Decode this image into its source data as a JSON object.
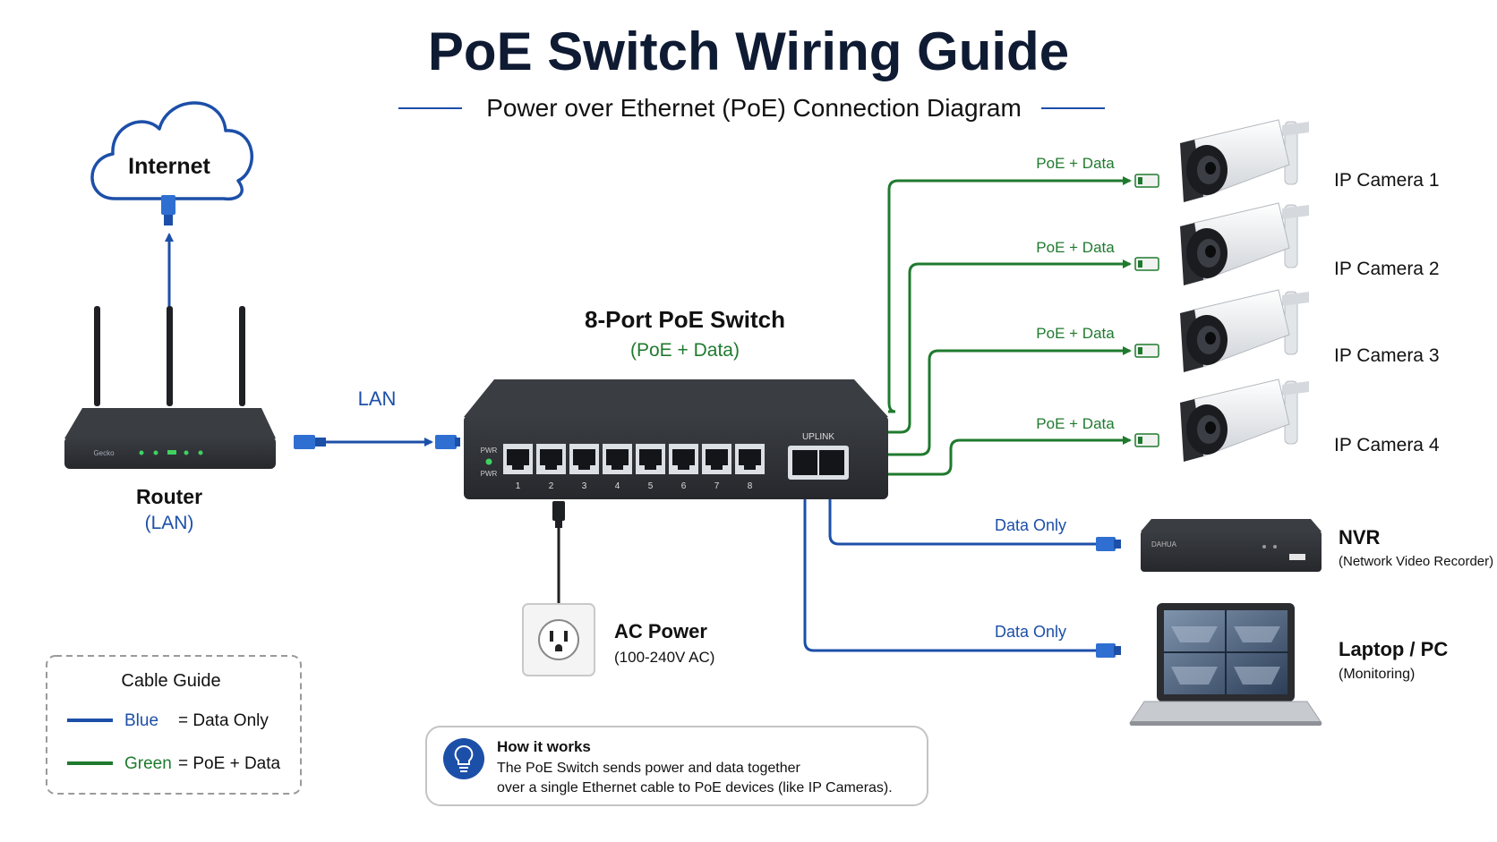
{
  "header": {
    "title": "PoE Switch Wiring Guide",
    "subtitle": "Power over Ethernet (PoE) Connection Diagram"
  },
  "colors": {
    "title": "#0f1b33",
    "blue": "#1c4fa8",
    "green": "#1f7a2e",
    "text": "#111111",
    "device": "#2a2c30"
  },
  "internet": {
    "label": "Internet",
    "icon": "cloud-icon"
  },
  "router": {
    "label": "Router",
    "sub": "(LAN)",
    "brand": "Gecko"
  },
  "link_router_switch": {
    "label": "LAN"
  },
  "switch": {
    "label": "8-Port PoE Switch",
    "sub": "(PoE + Data)",
    "pwr1": "PWR",
    "pwr2": "PWR",
    "uplink": "UPLINK",
    "ports": [
      "1",
      "2",
      "3",
      "4",
      "5",
      "6",
      "7",
      "8"
    ]
  },
  "ac_power": {
    "label": "AC Power",
    "sub": "(100-240V AC)",
    "icon": "outlet-icon"
  },
  "cameras": [
    {
      "label": "IP Camera 1",
      "link": "PoE + Data"
    },
    {
      "label": "IP Camera 2",
      "link": "PoE + Data"
    },
    {
      "label": "IP Camera 3",
      "link": "PoE + Data"
    },
    {
      "label": "IP Camera 4",
      "link": "PoE + Data"
    }
  ],
  "nvr": {
    "label": "NVR",
    "sub": "(Network Video Recorder)",
    "link": "Data Only",
    "brand": "DAHUA"
  },
  "laptop": {
    "label": "Laptop / PC",
    "sub": "(Monitoring)",
    "link": "Data Only"
  },
  "cable_guide": {
    "title": "Cable Guide",
    "items": [
      {
        "color_name": "Blue",
        "meaning": "= Data Only",
        "color": "#1c4fa8"
      },
      {
        "color_name": "Green",
        "meaning": "= PoE + Data",
        "color": "#1f7a2e"
      }
    ]
  },
  "how_it_works": {
    "title": "How it works",
    "line1": "The PoE Switch sends power and data together",
    "line2": "over a single Ethernet cable to PoE devices (like IP Cameras).",
    "icon": "lightbulb-icon"
  }
}
